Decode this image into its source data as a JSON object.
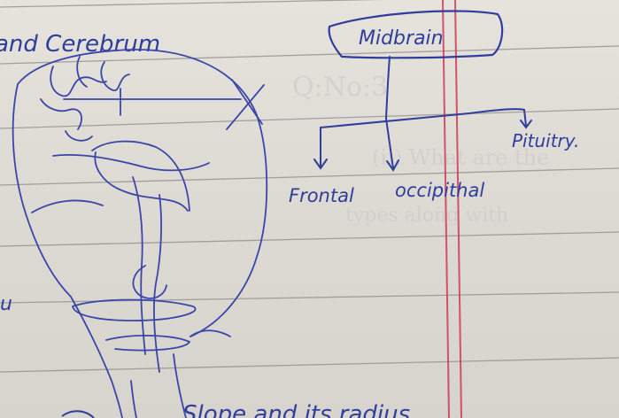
{
  "note": {
    "title_fragment": "and Cerebrum",
    "root_node": "Midbrain",
    "branches": [
      "Frontal",
      "occipithal",
      "Pituitry."
    ],
    "bottom_line": "Slope and its radius",
    "left_margin_mark": "u",
    "bleed_through_text": [
      "Q:No:3",
      "(ii) What are the",
      "types along with"
    ]
  },
  "colors": {
    "ink": "#2f3d9c",
    "ruled_line": "#8e8a88",
    "margin_line": "#d23a55",
    "paper": "#e2dfd9"
  }
}
